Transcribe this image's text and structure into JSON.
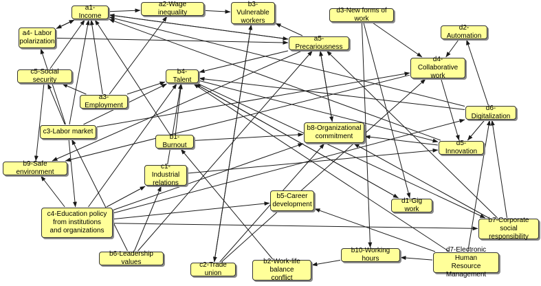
{
  "diagram": {
    "colors": {
      "node_fill": "#ffff99",
      "node_border": "#333333",
      "edge": "#1a1a1a",
      "background": "#ffffff"
    },
    "nodes": [
      {
        "id": "a1",
        "label": "a1-Income"
      },
      {
        "id": "a2",
        "label": "a2-Wage inequality"
      },
      {
        "id": "b3",
        "label": "b3-Vulnerable\nworkers"
      },
      {
        "id": "d3",
        "label": "d3-New forms of work"
      },
      {
        "id": "a4",
        "label": "a4- Labor\npolarization"
      },
      {
        "id": "a5",
        "label": "a5-Precariousness"
      },
      {
        "id": "d2",
        "label": "d2-Automation"
      },
      {
        "id": "c5",
        "label": "c5-Social security"
      },
      {
        "id": "b4",
        "label": "b4-Talent"
      },
      {
        "id": "d4",
        "label": "d4-Collaborative\nwork"
      },
      {
        "id": "a3",
        "label": "a3-Employment"
      },
      {
        "id": "d6",
        "label": "d6-Digitalization"
      },
      {
        "id": "c3",
        "label": "c3-Labor market"
      },
      {
        "id": "b8",
        "label": "b8-Organizational\ncommitment"
      },
      {
        "id": "b1",
        "label": "b1-Burnout"
      },
      {
        "id": "d5",
        "label": "d5-Innovation"
      },
      {
        "id": "b9",
        "label": "b9-Safe environment"
      },
      {
        "id": "c1",
        "label": "c1-Industrial\nrelations"
      },
      {
        "id": "b5",
        "label": "b5-Career\ndevelopment"
      },
      {
        "id": "d1",
        "label": "d1-Gig work"
      },
      {
        "id": "c4",
        "label": "c4-Education policy\nfrom institutions\nand organizations"
      },
      {
        "id": "b7",
        "label": "b7-Corporate social\nresponsibility"
      },
      {
        "id": "b10",
        "label": "b10-Working hours"
      },
      {
        "id": "b6",
        "label": "b6-Leadership values"
      },
      {
        "id": "d7",
        "label": "d7-Electronic Human\nResource Management"
      },
      {
        "id": "c2",
        "label": "c2-Trade union"
      },
      {
        "id": "b2",
        "label": "b2-Work-life balance\nconflict"
      }
    ],
    "edges": [
      [
        "a1",
        "a2"
      ],
      [
        "a2",
        "b3"
      ],
      [
        "a1",
        "a4"
      ],
      [
        "a4",
        "a1"
      ],
      [
        "a4",
        "a5"
      ],
      [
        "a1",
        "a5"
      ],
      [
        "a5",
        "b3"
      ],
      [
        "a5",
        "b4"
      ],
      [
        "a5",
        "b8"
      ],
      [
        "a5",
        "b9"
      ],
      [
        "a5",
        "a1"
      ],
      [
        "c5",
        "a1"
      ],
      [
        "a3",
        "a2"
      ],
      [
        "a3",
        "c5"
      ],
      [
        "a3",
        "a1"
      ],
      [
        "a3",
        "b4"
      ],
      [
        "c3",
        "a4"
      ],
      [
        "c3",
        "a1"
      ],
      [
        "c3",
        "c5"
      ],
      [
        "c3",
        "b4"
      ],
      [
        "c3",
        "d4"
      ],
      [
        "c5",
        "b9"
      ],
      [
        "b1",
        "b4"
      ],
      [
        "b1",
        "a1"
      ],
      [
        "b1",
        "b8"
      ],
      [
        "b4",
        "d5"
      ],
      [
        "b4",
        "d1"
      ],
      [
        "b4",
        "b7"
      ],
      [
        "c1",
        "b4"
      ],
      [
        "c1",
        "d5"
      ],
      [
        "c4",
        "b9"
      ],
      [
        "c4",
        "b5"
      ],
      [
        "c4",
        "b4"
      ],
      [
        "c4",
        "d6"
      ],
      [
        "c4",
        "b7"
      ],
      [
        "c4",
        "c1"
      ],
      [
        "c4",
        "b8"
      ],
      [
        "c3",
        "c4"
      ],
      [
        "b6",
        "c3"
      ],
      [
        "b6",
        "c1"
      ],
      [
        "b6",
        "a5"
      ],
      [
        "c2",
        "b3"
      ],
      [
        "c2",
        "d4"
      ],
      [
        "c2",
        "b8"
      ],
      [
        "b2",
        "b1"
      ],
      [
        "b10",
        "b2"
      ],
      [
        "d7",
        "b10"
      ],
      [
        "d7",
        "b5"
      ],
      [
        "d7",
        "d6"
      ],
      [
        "d7",
        "b4"
      ],
      [
        "b7",
        "a5"
      ],
      [
        "b7",
        "b8"
      ],
      [
        "b7",
        "d6"
      ],
      [
        "d6",
        "d5"
      ],
      [
        "d6",
        "d2"
      ],
      [
        "d6",
        "b4"
      ],
      [
        "d6",
        "a1"
      ],
      [
        "d4",
        "d5"
      ],
      [
        "d4",
        "b9"
      ],
      [
        "d3",
        "d4"
      ],
      [
        "d3",
        "d1"
      ],
      [
        "d3",
        "b10"
      ],
      [
        "d2",
        "d4"
      ],
      [
        "d1",
        "b4"
      ],
      [
        "d5",
        "b8"
      ],
      [
        "d5",
        "a1"
      ],
      [
        "b3",
        "c2"
      ],
      [
        "b8",
        "a5"
      ]
    ]
  }
}
